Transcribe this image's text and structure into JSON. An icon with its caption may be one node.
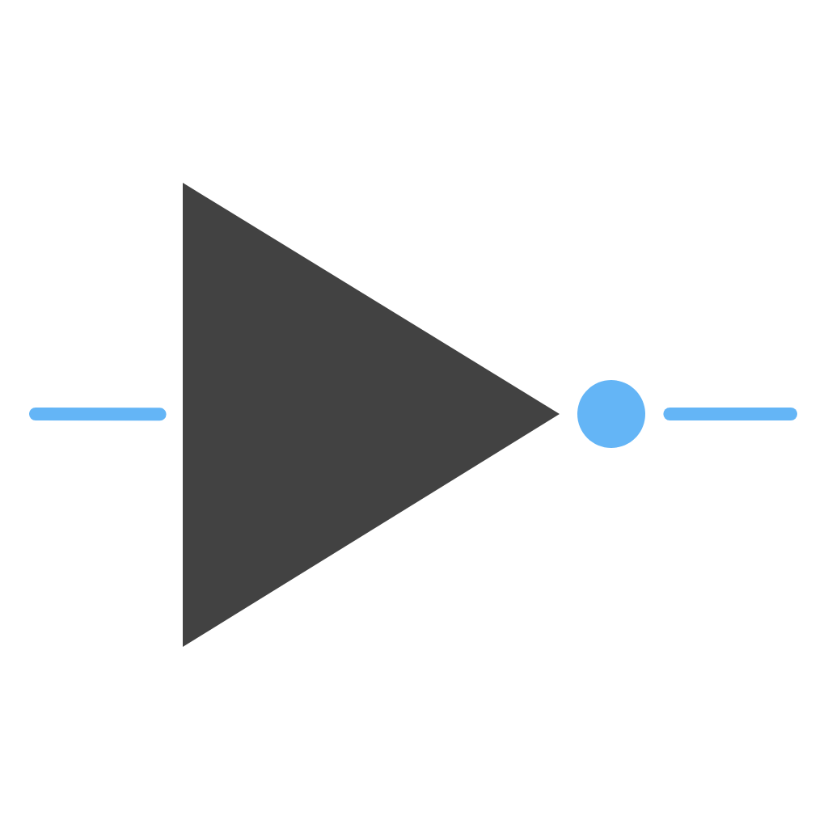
{
  "diagram": {
    "nodes": [
      {
        "text": [],
        "shape": "triangle"
      },
      {
        "text": [],
        "shape": "circle"
      }
    ],
    "edges": [
      {
        "from": null,
        "to": 0,
        "arrow": "none"
      },
      {
        "from": 1,
        "to": null,
        "arrow": "none"
      }
    ]
  }
}
